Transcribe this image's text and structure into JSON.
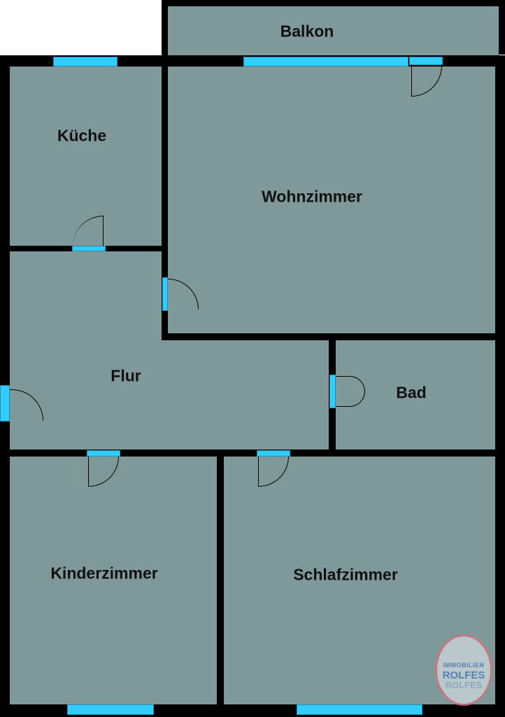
{
  "floorplan": {
    "rooms": [
      {
        "id": "balkon",
        "label": "Balkon"
      },
      {
        "id": "kueche",
        "label": "Küche"
      },
      {
        "id": "wohnzimmer",
        "label": "Wohnzimmer"
      },
      {
        "id": "flur",
        "label": "Flur"
      },
      {
        "id": "bad",
        "label": "Bad"
      },
      {
        "id": "kinderzimmer",
        "label": "Kinderzimmer"
      },
      {
        "id": "schlafzimmer",
        "label": "Schlafzimmer"
      }
    ]
  },
  "logo": {
    "line1": "IMMOBILIEN",
    "line2": "ROLFES",
    "line3": "ROLFES"
  },
  "colors": {
    "floor": "#7f9899",
    "wall": "#000000",
    "window": "#33ccff"
  }
}
